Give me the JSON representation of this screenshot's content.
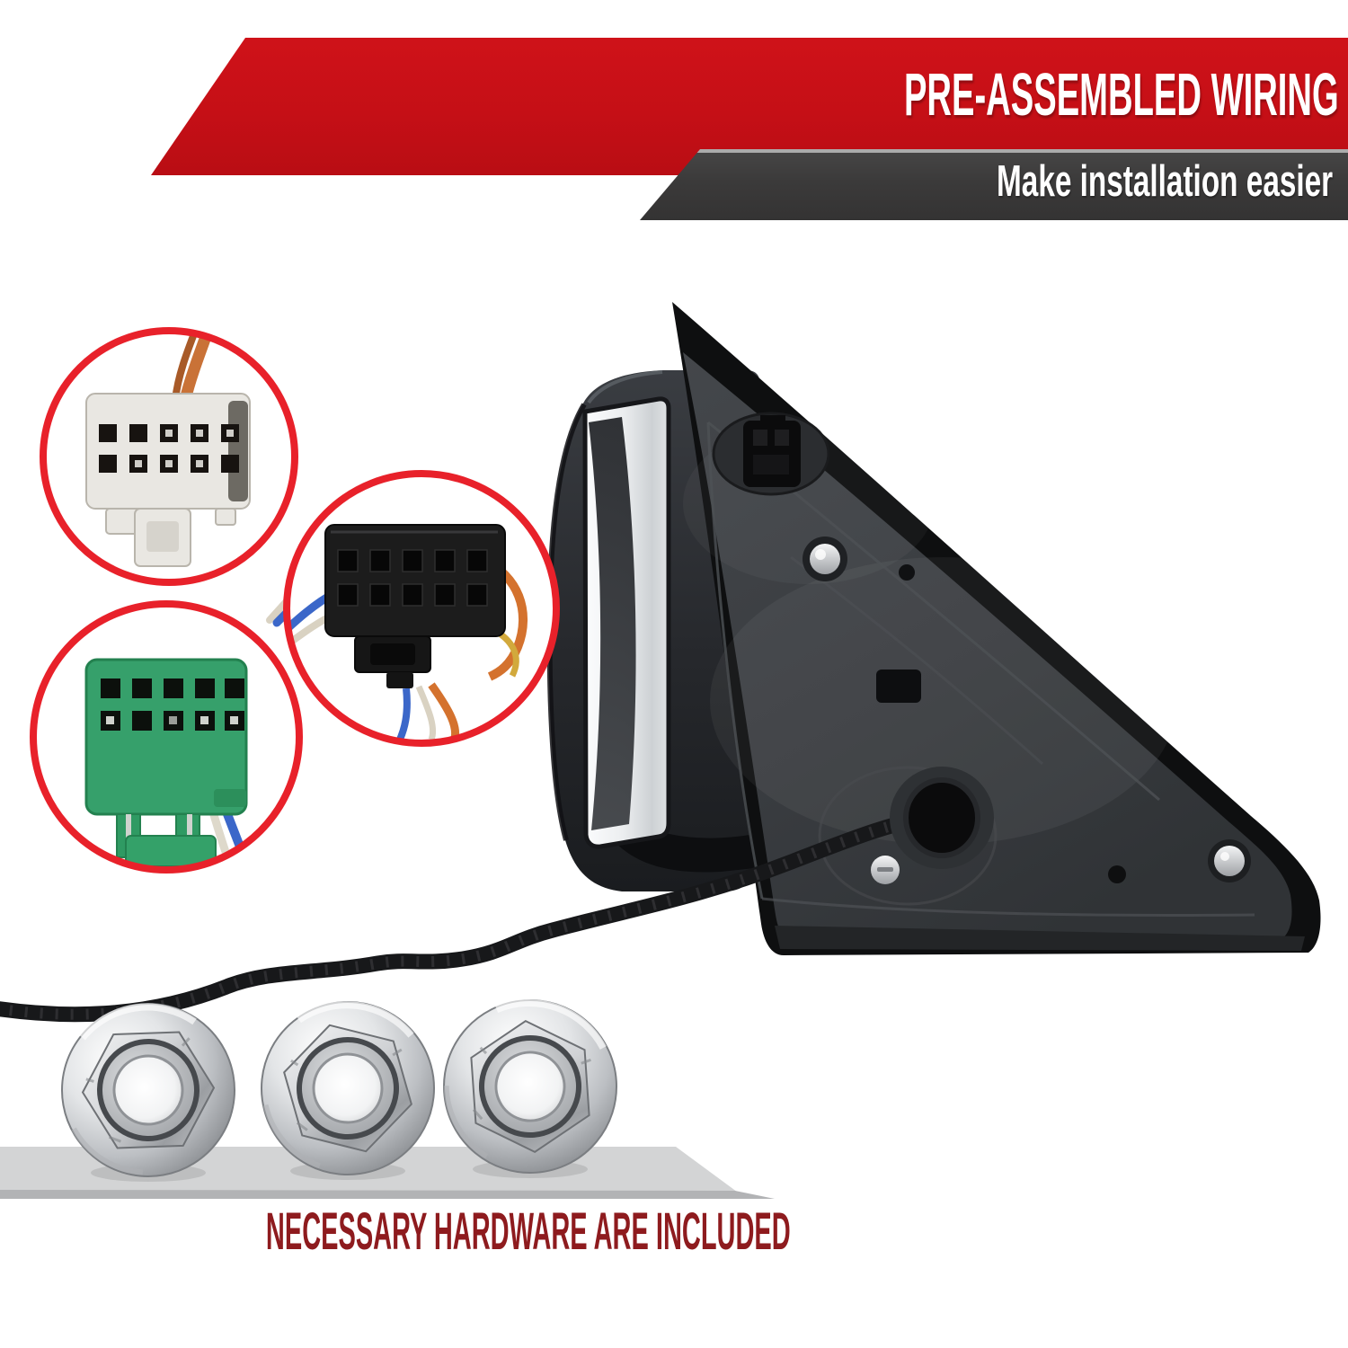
{
  "header": {
    "title": "PRE-ASSEMBLED WIRING",
    "subtitle": "Make installation easier"
  },
  "footer": {
    "note": "NECESSARY HARDWARE ARE INCLUDED"
  },
  "colors": {
    "banner_red": "#c50f16",
    "banner_dark": "#3b3a3a",
    "callout_ring_red": "#e8212a",
    "footer_text_maroon": "#8e1b1e",
    "connector_white_body": "#e9e7e2",
    "connector_green_body": "#36a06b",
    "connector_black_body": "#1c1c1c",
    "hardware_band_gray": "#d3d4d5"
  },
  "callouts": [
    {
      "id": "white-connector",
      "icon": "white-10pin-connector-icon",
      "pin_rows": 2,
      "pin_cols": 5
    },
    {
      "id": "black-connector",
      "icon": "black-10pin-connector-icon",
      "pin_rows": 2,
      "pin_cols": 5
    },
    {
      "id": "green-connector",
      "icon": "green-10pin-connector-icon",
      "pin_rows": 2,
      "pin_cols": 5
    }
  ],
  "product": {
    "icon": "side-mirror-back-icon",
    "wiring_icon": "wrapped-wire-harness-icon",
    "hardware_icon": "chrome-flange-nut-icon",
    "nut_count": 3
  }
}
